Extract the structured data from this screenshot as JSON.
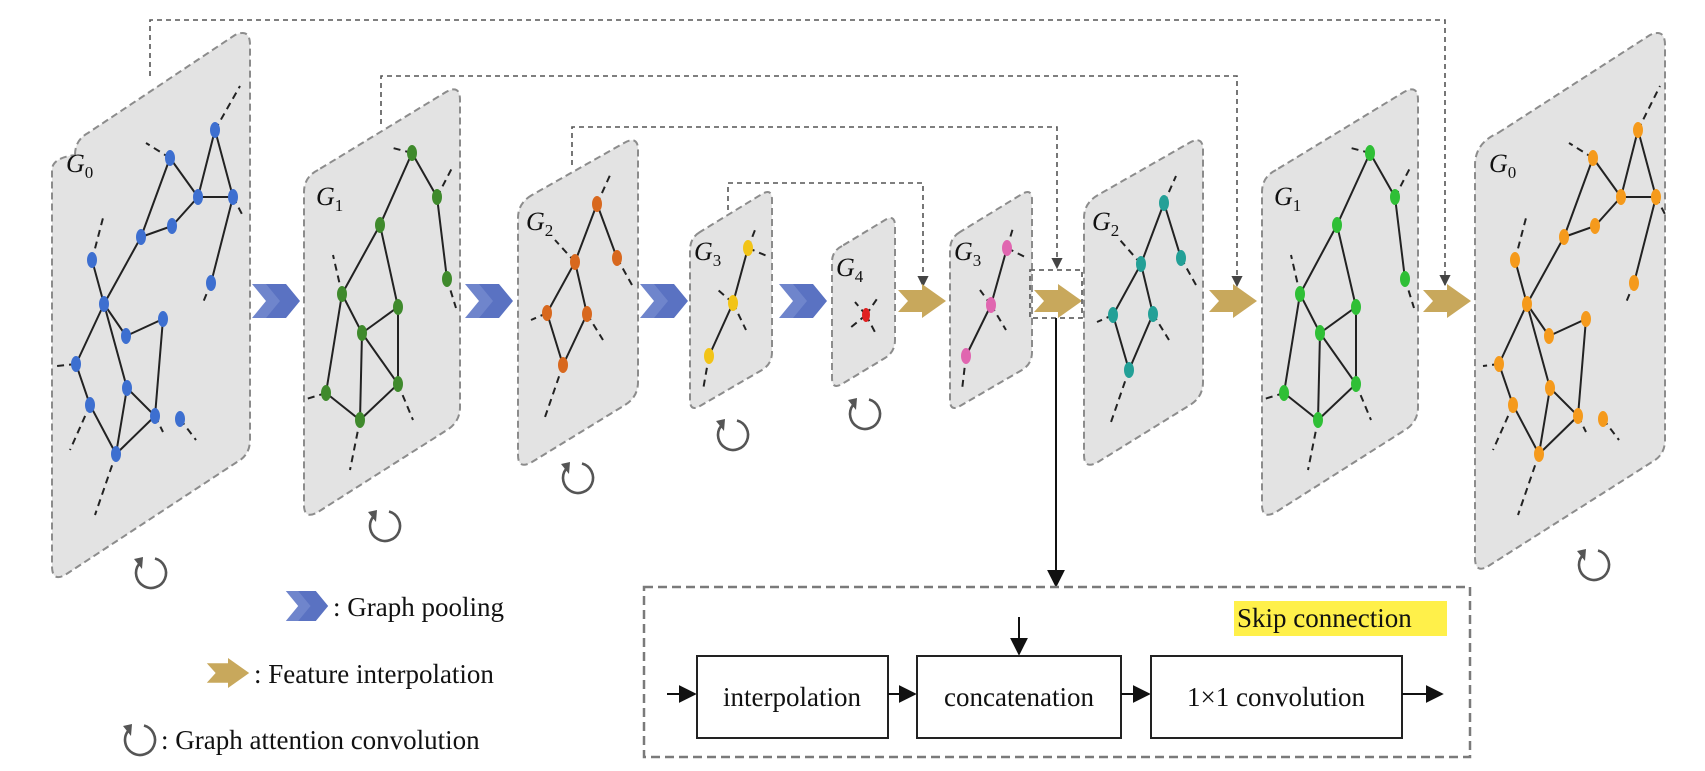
{
  "stages": [
    {
      "label": "G",
      "sub": "0",
      "node_color": "#3d6fd0"
    },
    {
      "label": "G",
      "sub": "1",
      "node_color": "#3f8a2c"
    },
    {
      "label": "G",
      "sub": "2",
      "node_color": "#d8681e"
    },
    {
      "label": "G",
      "sub": "3",
      "node_color": "#f2c417"
    },
    {
      "label": "G",
      "sub": "4",
      "node_color": "#e02020"
    },
    {
      "label": "G",
      "sub": "3",
      "node_color": "#e066b0"
    },
    {
      "label": "G",
      "sub": "2",
      "node_color": "#23a097"
    },
    {
      "label": "G",
      "sub": "1",
      "node_color": "#2fbf36"
    },
    {
      "label": "G",
      "sub": "0",
      "node_color": "#f59a1c"
    }
  ],
  "legend": {
    "pooling": ": Graph pooling",
    "interpolation": ": Feature interpolation",
    "attention": ": Graph attention convolution"
  },
  "skip_box": {
    "title": "Skip connection",
    "steps": [
      "interpolation",
      "concatenation",
      "1×1 convolution"
    ]
  },
  "colors": {
    "pooling_arrow": "#6f85cc",
    "interp_arrow": "#c8a85c",
    "highlight": "#fff04a",
    "panel": "#e3e3e3"
  }
}
